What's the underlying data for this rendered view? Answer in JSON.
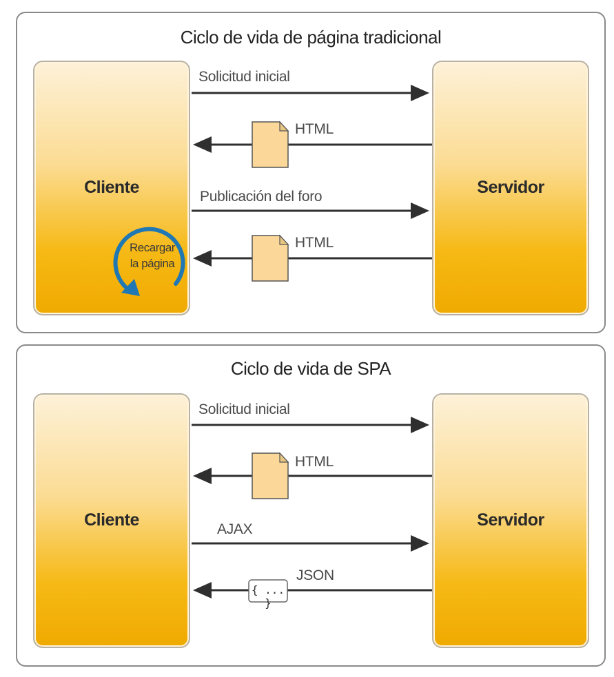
{
  "traditional": {
    "title": "Ciclo de vida de página tradicional",
    "client_label": "Cliente",
    "server_label": "Servidor",
    "messages": [
      "Solicitud inicial",
      "HTML",
      "Publicación del foro",
      "HTML"
    ],
    "reload_label_line1": "Recargar",
    "reload_label_line2": "la página"
  },
  "spa": {
    "title": "Ciclo de vida de SPA",
    "client_label": "Cliente",
    "server_label": "Servidor",
    "messages": [
      "Solicitud inicial",
      "HTML",
      "AJAX",
      "JSON"
    ],
    "json_icon_text": "{ ... }"
  },
  "colors": {
    "arrow": "#2f2f2f",
    "document_fill": "#fbd89a",
    "reload_ring": "#1f78b4"
  },
  "icons": [
    "html-document-icon",
    "json-bracket-icon",
    "reload-icon"
  ]
}
